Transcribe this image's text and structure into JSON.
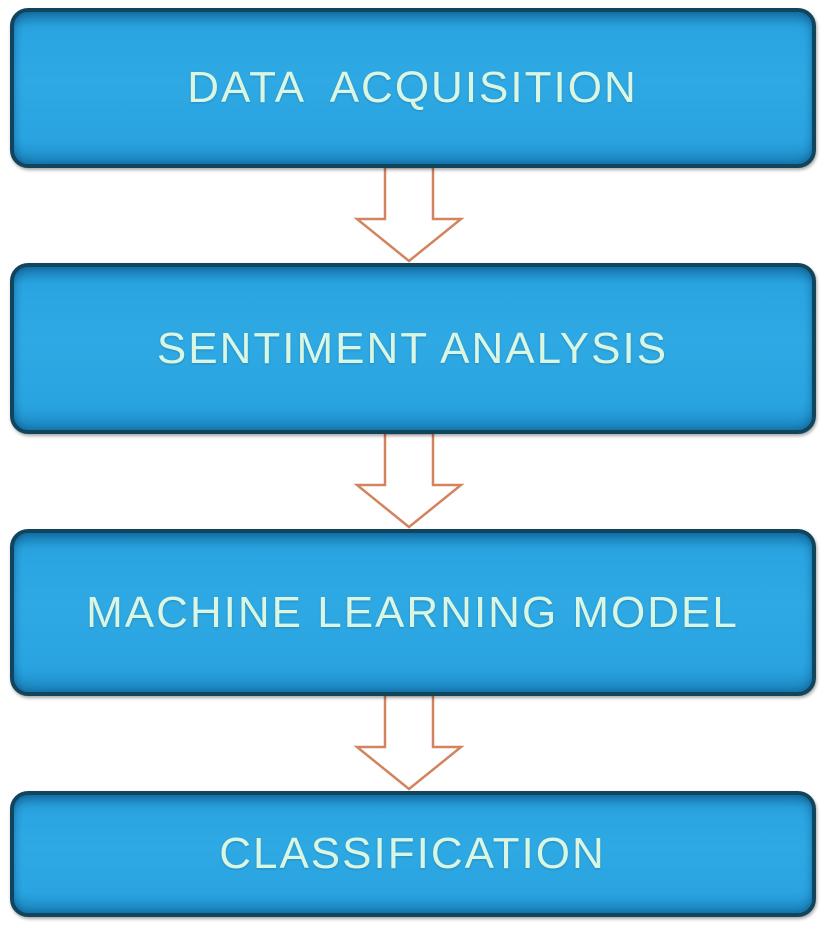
{
  "diagram": {
    "type": "flowchart",
    "direction": "top-to-bottom",
    "steps": [
      {
        "label": "DATA  ACQUISITION"
      },
      {
        "label": "SENTIMENT ANALYSIS"
      },
      {
        "label": "MACHINE LEARNING MODEL"
      },
      {
        "label": "CLASSIFICATION"
      }
    ],
    "connectors": [
      {
        "from": 0,
        "to": 1,
        "shape": "block-arrow-down"
      },
      {
        "from": 1,
        "to": 2,
        "shape": "block-arrow-down"
      },
      {
        "from": 2,
        "to": 3,
        "shape": "block-arrow-down"
      }
    ]
  },
  "colors": {
    "background": "#ffffff",
    "box_fill": "#2aa4e0",
    "box_fill_shadow": "#1e90cc",
    "box_border": "#11455e",
    "box_text": "#d9f6e2",
    "arrow_fill": "#ffffff",
    "arrow_stroke": "#d2845e"
  }
}
